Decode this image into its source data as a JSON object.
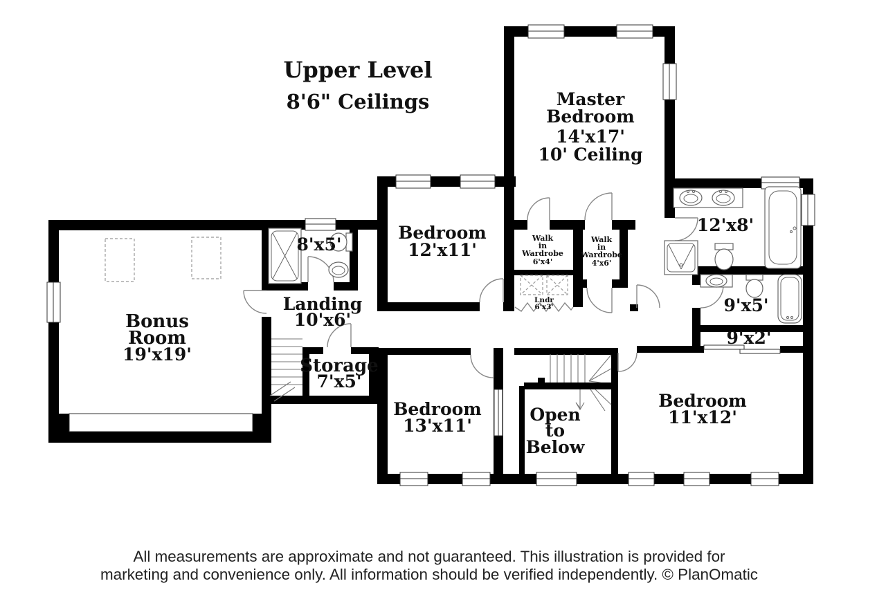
{
  "title": {
    "line1": "Upper Level",
    "line2": "8'6\" Ceilings"
  },
  "rooms": {
    "master_bedroom": {
      "name_line1": "Master",
      "name_line2": "Bedroom",
      "dims": "14'x17'",
      "note": "10' Ceiling"
    },
    "bedroom_top": {
      "name": "Bedroom",
      "dims": "12'x11'"
    },
    "wardrobe_left": {
      "line1": "Walk",
      "line2": "in",
      "line3": "Wardrobe",
      "dims": "6'x4'"
    },
    "wardrobe_right": {
      "line1": "Walk",
      "line2": "in",
      "line3": "Wardrobe",
      "dims": "4'x6'"
    },
    "master_bath": {
      "dims": "12'x8'"
    },
    "bath_8x5": {
      "dims": "8'x5'"
    },
    "landing": {
      "name": "Landing",
      "dims": "10'x6'"
    },
    "laundry": {
      "name": "Lndr",
      "dims": "6'x3'"
    },
    "bonus_room": {
      "name_line1": "Bonus",
      "name_line2": "Room",
      "dims": "19'x19'"
    },
    "storage": {
      "name": "Storage",
      "dims": "7'x5'"
    },
    "bath_9x5": {
      "dims": "9'x5'"
    },
    "closet_9x2": {
      "dims": "9'x2'"
    },
    "bedroom_bottom_left": {
      "name": "Bedroom",
      "dims": "13'x11'"
    },
    "open_to_below": {
      "line1": "Open",
      "line2": "to",
      "line3": "Below"
    },
    "bedroom_bottom_right": {
      "name": "Bedroom",
      "dims": "11'x12'"
    }
  },
  "footer": {
    "line1": "All measurements are approximate and not guaranteed. This illustration is provided for",
    "line2": "marketing and convenience only. All information should be verified independently. © PlanOmatic"
  },
  "colors": {
    "wall": "#000000",
    "background": "#ffffff",
    "thin_line": "#666666"
  }
}
